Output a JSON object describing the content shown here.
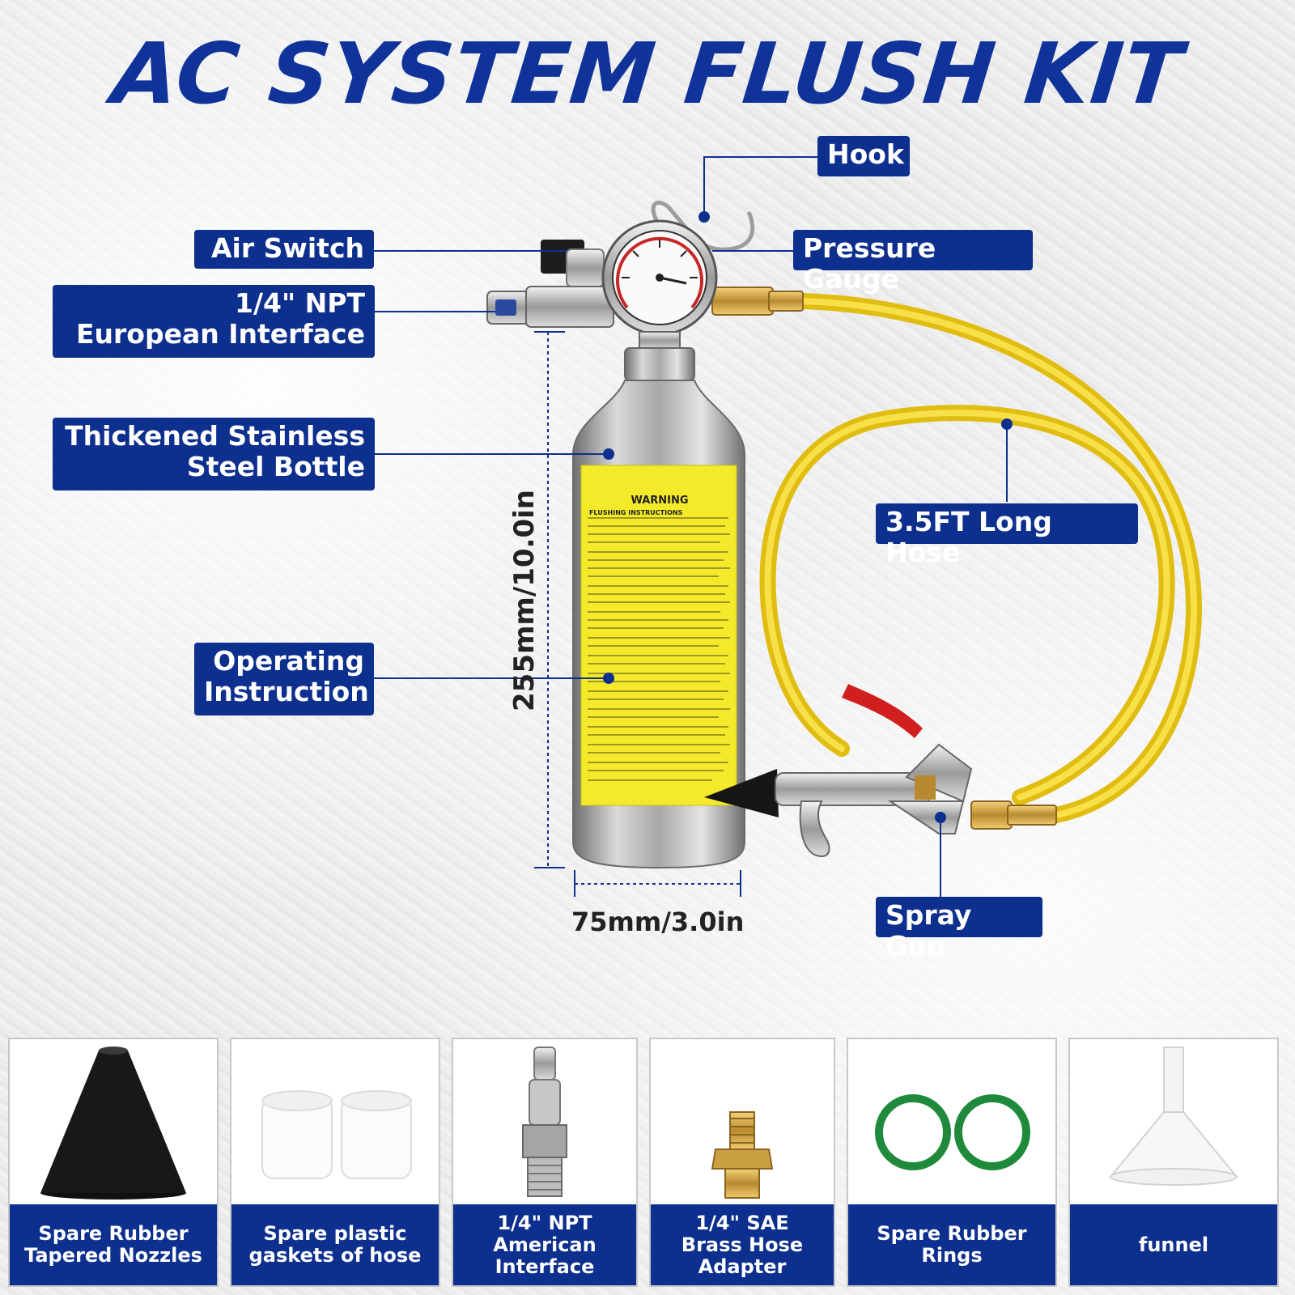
{
  "title": "AC SYSTEM FLUSH KIT",
  "callouts": {
    "hook": "Hook",
    "air_switch": "Air Switch",
    "pressure_gauge": "Pressure Gauge",
    "european_interface": "1/4\" NPT\nEuropean Interface",
    "bottle": "Thickened Stainless\nSteel Bottle",
    "long_hose": "3.5FT Long Hose",
    "operating_instruction": "Operating\nInstruction",
    "spray_gun": "Spray Gun"
  },
  "dimensions": {
    "height": "255mm/10.0in",
    "width": "75mm/3.0in"
  },
  "bottle_label": {
    "warning": "WARNING",
    "heading": "FLUSHING INSTRUCTIONS"
  },
  "accessories": [
    {
      "caption": "Spare Rubber\nTapered Nozzles",
      "icon": "rubber-nozzle-icon"
    },
    {
      "caption": "Spare plastic\ngaskets of hose",
      "icon": "plastic-gasket-icon"
    },
    {
      "caption": "1/4\" NPT\nAmerican Interface",
      "icon": "american-interface-icon"
    },
    {
      "caption": "1/4\" SAE\nBrass Hose\nAdapter",
      "icon": "brass-adapter-icon"
    },
    {
      "caption": "Spare Rubber\nRings",
      "icon": "rubber-ring-icon"
    },
    {
      "caption": "funnel",
      "icon": "funnel-icon"
    }
  ],
  "colors": {
    "brand_blue": "#0d2f8d",
    "title_blue": "#10339a",
    "hose_yellow": "#f2d21a",
    "label_yellow": "#f4ea2a"
  }
}
